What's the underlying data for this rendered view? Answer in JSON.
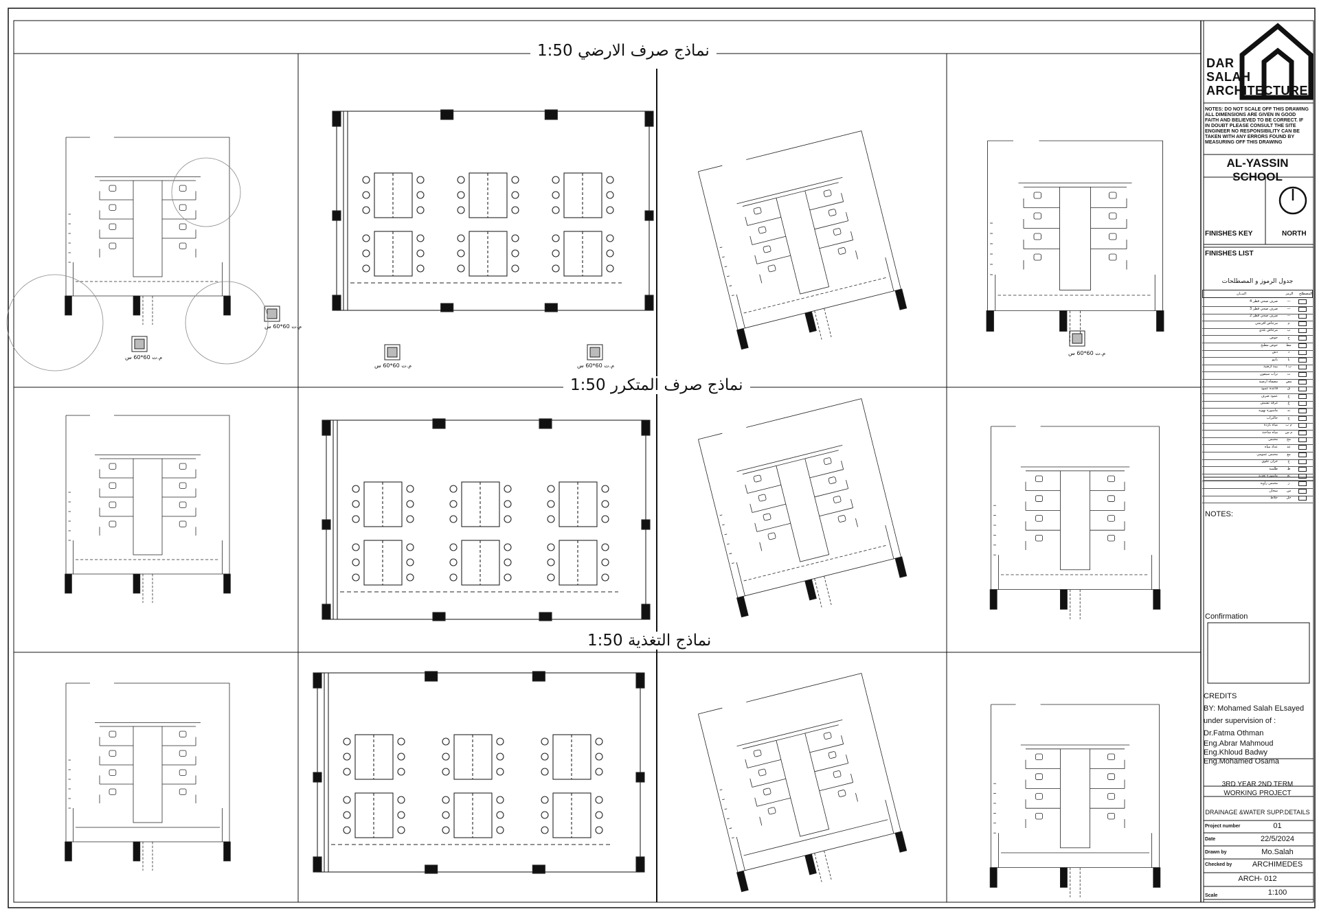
{
  "sheet": {
    "sections": [
      {
        "title": "نماذج صرف الارضي 1:50"
      },
      {
        "title": "نماذج صرف المتكرر 1:50"
      },
      {
        "title": "نماذج التغذية 1:50"
      }
    ],
    "manhole_label": "م.ت 60*60 س"
  },
  "title_block": {
    "firm_name": "DAR SALAH ARCHITECTURE",
    "notes_text": "NOTES: DO NOT SCALE OFF THIS DRAWING ALL DIMENSIONS ARE GIVEN IN GOOD FAITH AND BELIEVED TO BE CORRECT. IF IN DOUBT PLEASE CONSULT THE SITE ENGINEER NO RESPONSIBILITY CAN BE TAKEN WITH ANY ERRORS FOUND BY MEASURING OFF THIS DRAWING",
    "project_title": "AL-YASSIN SCHOOL",
    "finishes_key_label": "FINISHES KEY",
    "north_label": "NORTH",
    "finishes_list_label": "FINISHES LIST",
    "legend_title": "جدول الرموز و المصطلحات",
    "legend_headers": {
      "description": "البيــان",
      "code": "الرمز",
      "symbol": "المصطلح"
    },
    "legend_rows": [
      {
        "text": "صرف صحي قطر 4",
        "code": "—"
      },
      {
        "text": "صرف صحي قطر 3",
        "code": "—"
      },
      {
        "text": "صرف صحي قطر 2",
        "code": "—"
      },
      {
        "text": "مرحاض افرنجي",
        "code": "م"
      },
      {
        "text": "مرحاض بلدي",
        "code": "ب"
      },
      {
        "text": "حوض",
        "code": "ح"
      },
      {
        "text": "حوض مطبخ",
        "code": "مط"
      },
      {
        "text": "دش",
        "code": "د"
      },
      {
        "text": "بانيو",
        "code": "با"
      },
      {
        "text": "بيبة ارضية",
        "code": "ب ا"
      },
      {
        "text": "تراب سيفون",
        "code": "ت"
      },
      {
        "text": "مصفاة ارضية",
        "code": "مص"
      },
      {
        "text": "قاعدة عمود",
        "code": "ق"
      },
      {
        "text": "عمود صرف",
        "code": "ع"
      },
      {
        "text": "غرفة تفتيش",
        "code": "غ"
      },
      {
        "text": "ماسورة تهوية",
        "code": "ته"
      },
      {
        "text": "جالتراب",
        "code": "ج"
      },
      {
        "text": "مياه باردة",
        "code": "م ب"
      },
      {
        "text": "مياه ساخنة",
        "code": "م س"
      },
      {
        "text": "محبس",
        "code": "مح"
      },
      {
        "text": "عداد مياه",
        "code": "عد"
      },
      {
        "text": "محبس عمومي",
        "code": "مع"
      },
      {
        "text": "خزان علوي",
        "code": "خ"
      },
      {
        "text": "طلمبة",
        "code": "ط"
      },
      {
        "text": "ماسورة تغذية",
        "code": "تغ"
      },
      {
        "text": "محبس زاوية",
        "code": "ز"
      },
      {
        "text": "سخان",
        "code": "س"
      },
      {
        "text": "خلاط",
        "code": "خل"
      }
    ],
    "notes_label": "NOTES:",
    "confirmation_label": "Confirmation",
    "credits": [
      "CREDITS",
      "BY: Mohamed Salah ELsayed",
      "under supervision of :",
      "Dr.Fatma Othman",
      "Eng.Abrar Mahmoud",
      "Eng.Khloud Badwy",
      "Eng.Mohamed Osama"
    ],
    "project_line1": "3RD YEAR 2ND TERM",
    "project_line2": "WORKING PROJECT",
    "drawing_title": "DRAINAGE &WATER SUPP.DETAILS",
    "fields": {
      "project_number_label": "Project number",
      "project_number": "01",
      "date_label": "Date",
      "date": "22/5/2024",
      "drawn_by_label": "Drawn by",
      "drawn_by": "Mo.Salah",
      "checked_by_label": "Checked by",
      "checked_by": "ARCHIMEDES",
      "sheet_number": "ARCH- 012",
      "scale_label": "Scale",
      "scale": "1:100"
    }
  }
}
